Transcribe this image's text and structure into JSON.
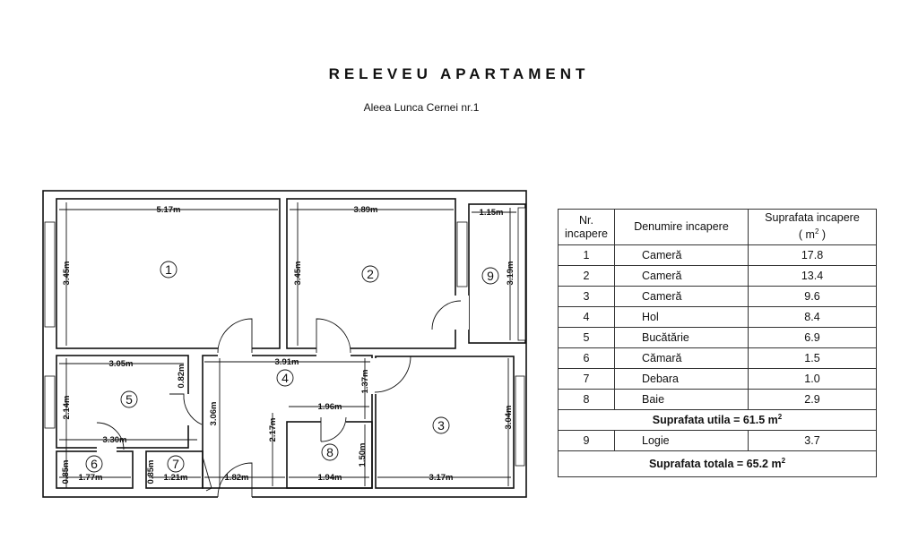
{
  "title": "RELEVEU APARTAMENT",
  "subtitle": "Aleea Lunca Cernei nr.1",
  "plan": {
    "room_numbers": [
      "1",
      "2",
      "3",
      "4",
      "5",
      "6",
      "7",
      "8",
      "9"
    ],
    "dimensions": {
      "r1_width": "5.17m",
      "r1_height": "3.45m",
      "r2_width": "3.89m",
      "r2_height": "3.45m",
      "r9_width": "1.15m",
      "r9_height": "3.19m",
      "r5_width": "3.05m",
      "r5_nook": "0.82m",
      "r5_height": "2.14m",
      "r5_bottom": "3.30m",
      "r4_width": "3.91m",
      "r4_side": "1.37m",
      "r4_height": "3.06m",
      "r4_lower": "2.17m",
      "r4_bottom": "1.82m",
      "r8_top": "1.96m",
      "r8_height": "1.50m",
      "r8_width": "1.94m",
      "r3_height": "3.04m",
      "r3_width": "3.17m",
      "r6_height": "0.85m",
      "r6_width": "1.77m",
      "r7_height": "0.85m",
      "r7_width": "1.21m"
    }
  },
  "table": {
    "headers": [
      "Nr. incapere",
      "Denumire incapere",
      "Suprafata incapere"
    ],
    "unit": "( m",
    "unit_sup": "2",
    "unit_close": " )",
    "rows": [
      {
        "nr": "1",
        "name": "Cameră",
        "area": "17.8"
      },
      {
        "nr": "2",
        "name": "Cameră",
        "area": "13.4"
      },
      {
        "nr": "3",
        "name": "Cameră",
        "area": "9.6"
      },
      {
        "nr": "4",
        "name": "Hol",
        "area": "8.4"
      },
      {
        "nr": "5",
        "name": "Bucătărie",
        "area": "6.9"
      },
      {
        "nr": "6",
        "name": "Cămară",
        "area": "1.5"
      },
      {
        "nr": "7",
        "name": "Debara",
        "area": "1.0"
      },
      {
        "nr": "8",
        "name": "Baie",
        "area": "2.9"
      }
    ],
    "utila": "Suprafata utila = 61.5 m",
    "logie": {
      "nr": "9",
      "name": "Logie",
      "area": "3.7"
    },
    "totala": "Suprafata totala = 65.2 m",
    "sup": "2"
  }
}
